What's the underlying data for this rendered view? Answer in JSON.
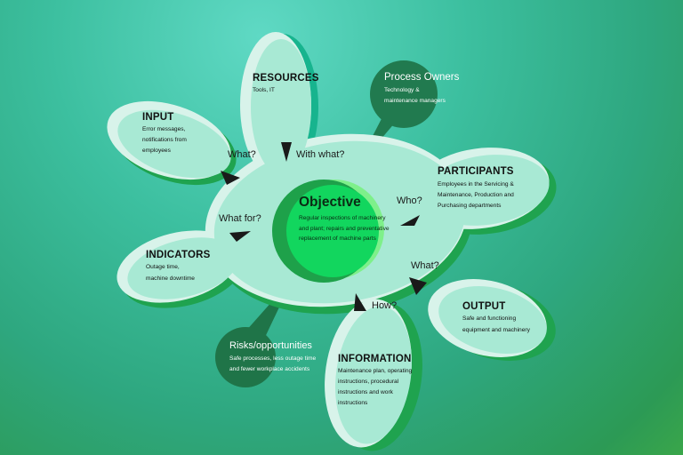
{
  "center": {
    "title": "Objective",
    "description": "Regular inspections of machinery and plant; repairs and preventative replacement of machine parts"
  },
  "petals": {
    "resources": {
      "title": "RESOURCES",
      "lines": [
        "Tools, IT"
      ]
    },
    "input": {
      "title": "INPUT",
      "lines": [
        "Error messages,",
        "notifications from",
        "employees"
      ]
    },
    "indicators": {
      "title": "INDICATORS",
      "lines": [
        "Outage time,",
        "machine downtime"
      ]
    },
    "participants": {
      "title": "PARTICIPANTS",
      "lines": [
        "Employees in the Servicing &",
        "Maintenance, Production and",
        "Purchasing departments"
      ]
    },
    "output": {
      "title": "OUTPUT",
      "lines": [
        "Safe and functioning",
        "equipment and machinery"
      ]
    },
    "information": {
      "title": "INFORMATION",
      "lines": [
        "Maintenance plan, operating",
        "instructions, procedural",
        "instructions and work",
        "instructions"
      ]
    }
  },
  "bubbles": {
    "process_owners": {
      "title": "Process Owners",
      "lines": [
        "Technology &",
        "maintenance managers"
      ]
    },
    "risks": {
      "title": "Risks/opportunities",
      "lines": [
        "Safe processes, less outage time",
        "and fewer workplace accidents"
      ]
    }
  },
  "questions": {
    "what_input": "What?",
    "with_what": "With what?",
    "who": "Who?",
    "what_for": "What for?",
    "what_output": "What?",
    "how": "How?"
  },
  "colors": {
    "petal_fill": "#a8e9d4",
    "petal_shadow": "#d8f3ea",
    "petal_rim": "#1fa34f",
    "resources_rim": "#17b48e",
    "bubble": "#217a4f",
    "center_light": "#7ef08a",
    "center_dark": "#1ea14a",
    "center_core": "#12d65e"
  }
}
